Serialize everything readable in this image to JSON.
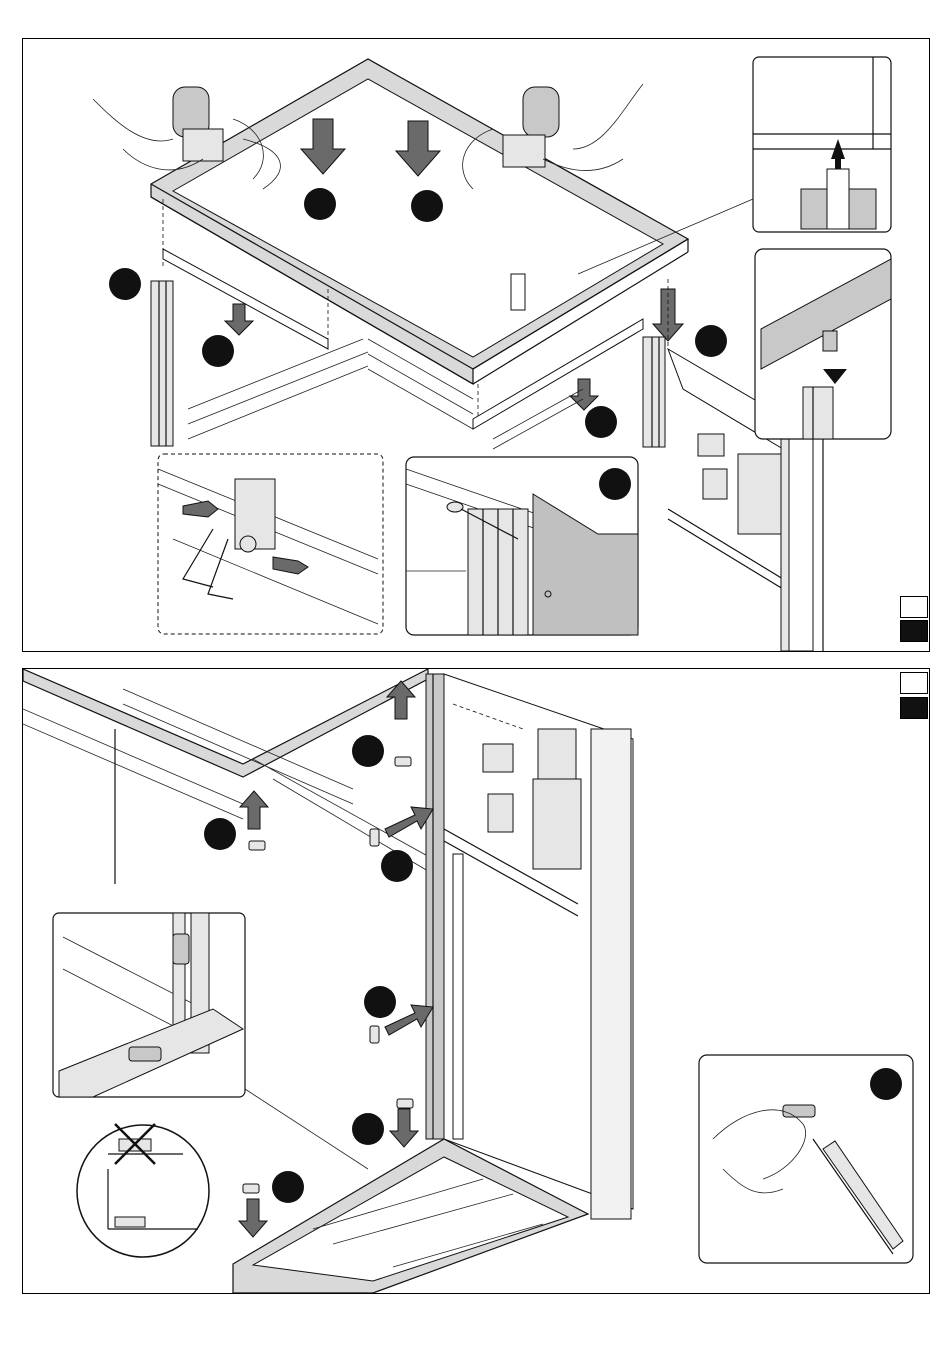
{
  "page": {
    "background": "#ffffff"
  },
  "colors": {
    "line": "#111111",
    "fill_grey": "#c8c8c8",
    "arrow_grey": "#6a6a6a",
    "marker": "#111111"
  },
  "panels": [
    {
      "id": "top",
      "tabs": [
        "empty",
        "filled"
      ],
      "step_markers": 8,
      "insets": [
        "joint-detail-top-right",
        "clip-detail-right",
        "hex-key-detail",
        "screw-detail"
      ]
    },
    {
      "id": "bottom",
      "tabs": [
        "empty",
        "filled"
      ],
      "step_markers": 8,
      "insets": [
        "cap-detail-left",
        "wrong-right-circle",
        "screwdriver-detail"
      ]
    }
  ],
  "icons": [
    "hammer-icon",
    "hand-icon",
    "down-arrow-icon",
    "up-arrow-icon",
    "right-arrow-icon",
    "screwdriver-icon",
    "cross-out-icon"
  ]
}
